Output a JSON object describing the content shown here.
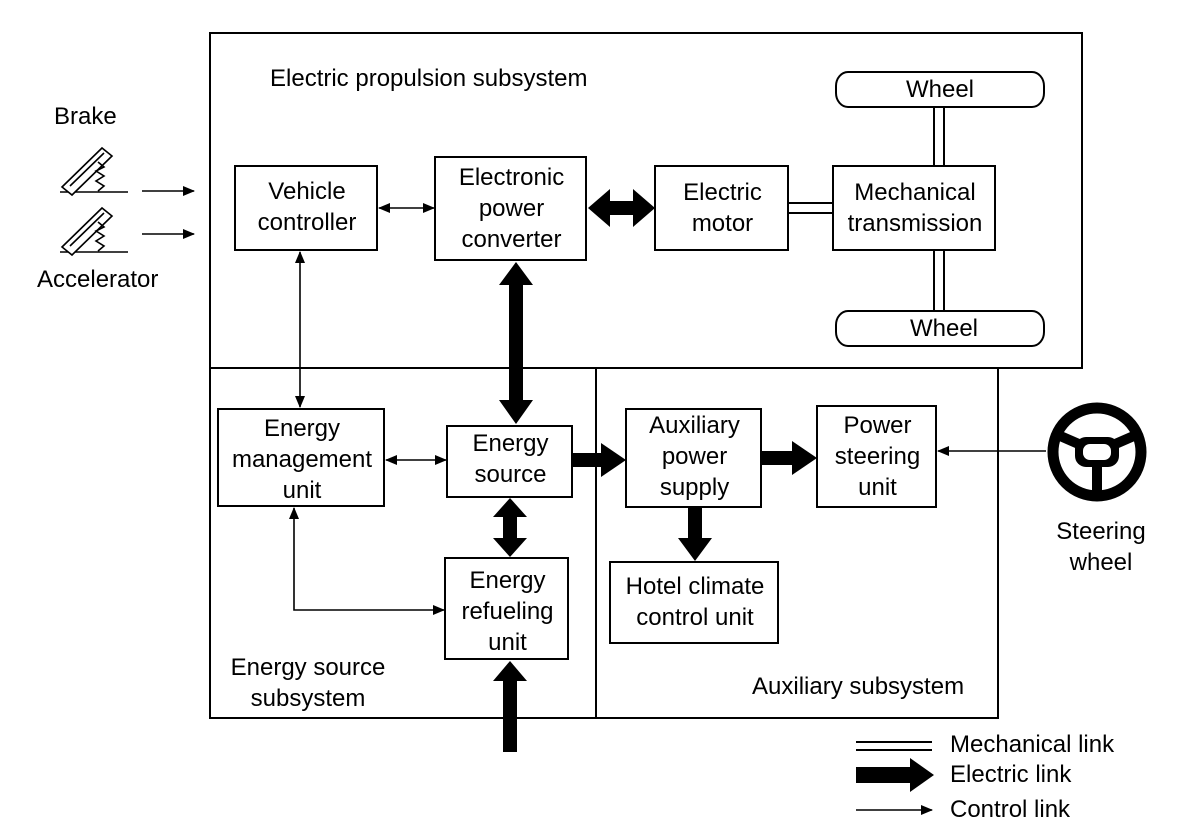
{
  "subsystems": {
    "propulsion": "Electric propulsion subsystem",
    "energy_source": [
      "Energy source",
      "subsystem"
    ],
    "auxiliary": "Auxiliary subsystem"
  },
  "inputs": {
    "brake": "Brake",
    "accelerator": "Accelerator",
    "steering": [
      "Steering",
      "wheel"
    ]
  },
  "blocks": {
    "vehicle_controller": [
      "Vehicle",
      "controller"
    ],
    "power_converter": [
      "Electronic",
      "power",
      "converter"
    ],
    "electric_motor": [
      "Electric",
      "motor"
    ],
    "mech_transmission": [
      "Mechanical",
      "transmission"
    ],
    "wheel_top": "Wheel",
    "wheel_bottom": "Wheel",
    "energy_mgmt": [
      "Energy",
      "management",
      "unit"
    ],
    "energy_source": [
      "Energy",
      "source"
    ],
    "energy_refuel": [
      "Energy",
      "refueling",
      "unit"
    ],
    "aux_power": [
      "Auxiliary",
      "power",
      "supply"
    ],
    "power_steering": [
      "Power",
      "steering",
      "unit"
    ],
    "hotel_climate": [
      "Hotel climate",
      "control unit"
    ]
  },
  "legend": {
    "mechanical": "Mechanical link",
    "electric": "Electric link",
    "control": "Control link"
  }
}
